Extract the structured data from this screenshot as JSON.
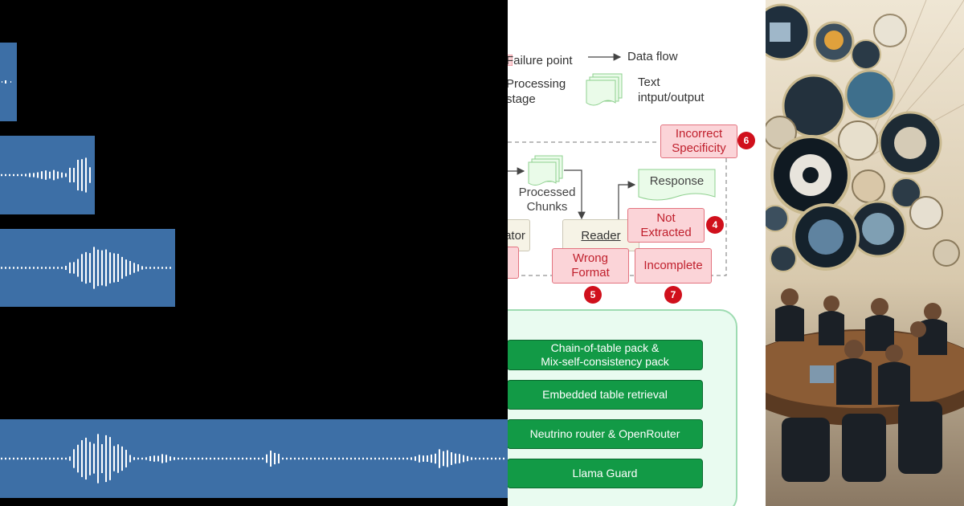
{
  "legend": {
    "failure_point": "Failure point",
    "data_flow": "Data flow",
    "processing_stage_line1": "Processing",
    "processing_stage_line2": "stage",
    "text_io_line1": "Text",
    "text_io_line2": "intput/output"
  },
  "stages": {
    "generator_partial": "ator",
    "reader": "Reader",
    "processed_chunks_line1": "Processed",
    "processed_chunks_line2": "Chunks",
    "response": "Response"
  },
  "failure_points": [
    {
      "line1": "Incorrect",
      "line2": "Specificity",
      "number": "6"
    },
    {
      "line1": "Not",
      "line2": "Extracted",
      "number": "4"
    },
    {
      "line1": "Wrong",
      "line2": "Format",
      "number": "5"
    },
    {
      "line1": "Incomplete",
      "line2": "",
      "number": "7"
    }
  ],
  "solutions": [
    {
      "line1": "Chain-of-table pack &",
      "line2": "Mix-self-consistency pack"
    },
    {
      "line1": "Embedded table retrieval",
      "line2": ""
    },
    {
      "line1": "Neutrino router & OpenRouter",
      "line2": ""
    },
    {
      "line1": "Llama Guard",
      "line2": ""
    }
  ],
  "colors": {
    "waveform_block": "#3d6fa6",
    "failure_fill": "#fbd4d8",
    "failure_text": "#c0202d",
    "badge": "#d0101c",
    "solution_green": "#129a46",
    "solution_panel": "#e9fbf0"
  }
}
